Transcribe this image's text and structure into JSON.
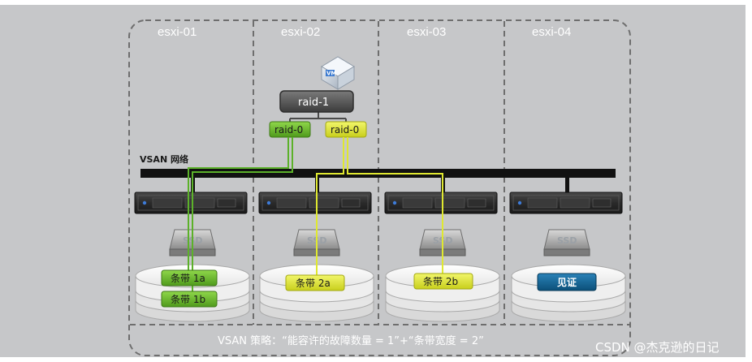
{
  "hosts": [
    {
      "label": "esxi-01"
    },
    {
      "label": "esxi-02"
    },
    {
      "label": "esxi-03"
    },
    {
      "label": "esxi-04"
    }
  ],
  "vm_badge": "VM",
  "raid1_label": "raid-1",
  "raid0_labels": [
    "raid-0",
    "raid-0"
  ],
  "network_label": "VSAN 网络",
  "ssd_label": "SSD",
  "components": {
    "stripe_1a": "条带 1a",
    "stripe_1b": "条带 1b",
    "stripe_2a": "条带 2a",
    "stripe_2b": "条带 2b",
    "witness": "见证"
  },
  "policy_text": "VSAN 策略：“能容许的故障数量 = 1”+“条带宽度 = 2”",
  "watermark": "CSDN @杰克逊的日记",
  "colors": {
    "background": "#c6c7c9",
    "green": "#6fbf2e",
    "yellow": "#dfe830",
    "witness": "#0f5e8c",
    "dark": "#111111"
  }
}
